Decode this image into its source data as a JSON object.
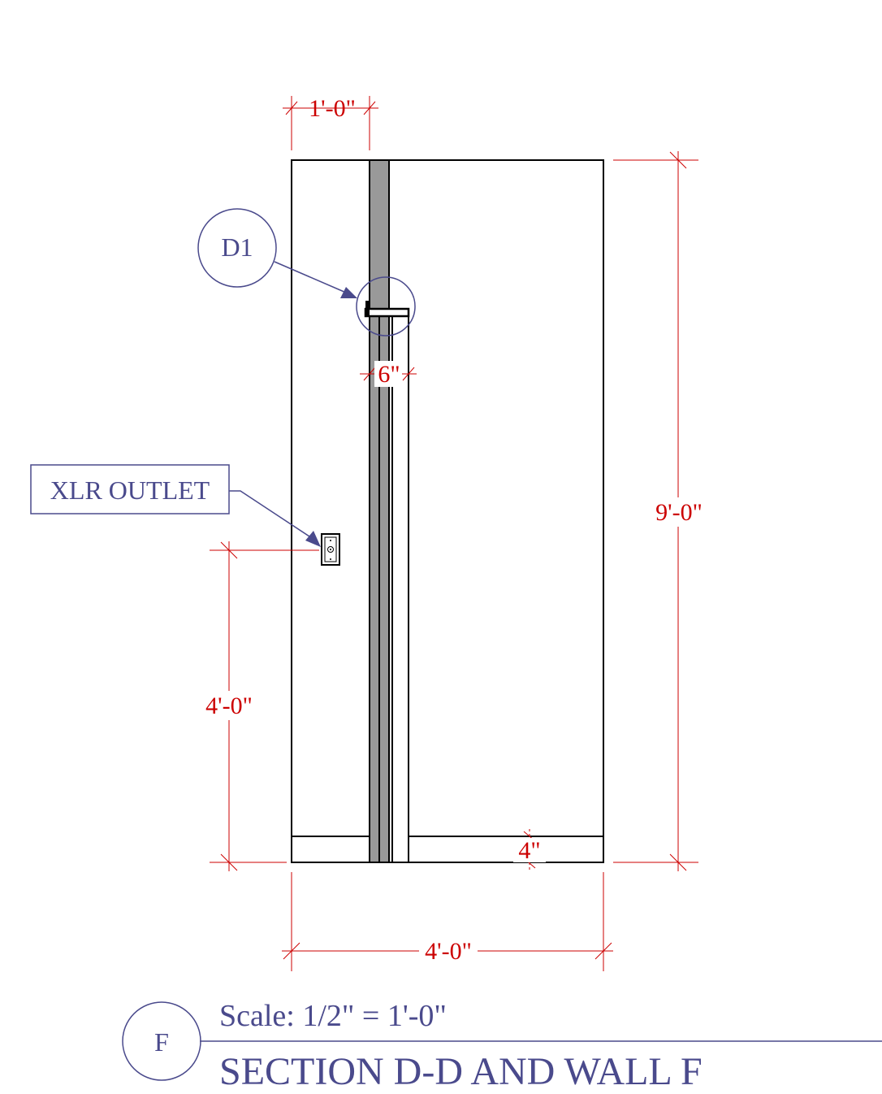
{
  "colors": {
    "dimension": "#cc0000",
    "annotation": "#4a4a8c",
    "outline": "#000000",
    "post_fill": "#999999",
    "background": "#ffffff"
  },
  "dimensions": {
    "top_width": "1'-0\"",
    "post_width": "6\"",
    "height": "9'-0\"",
    "outlet_height": "4'-0\"",
    "base_height": "4\"",
    "overall_width": "4'-0\""
  },
  "callouts": {
    "detail": "D1",
    "outlet": "XLR OUTLET"
  },
  "title_block": {
    "marker": "F",
    "scale": "Scale: 1/2\" = 1'-0\"",
    "title": "SECTION D-D AND WALL F"
  }
}
